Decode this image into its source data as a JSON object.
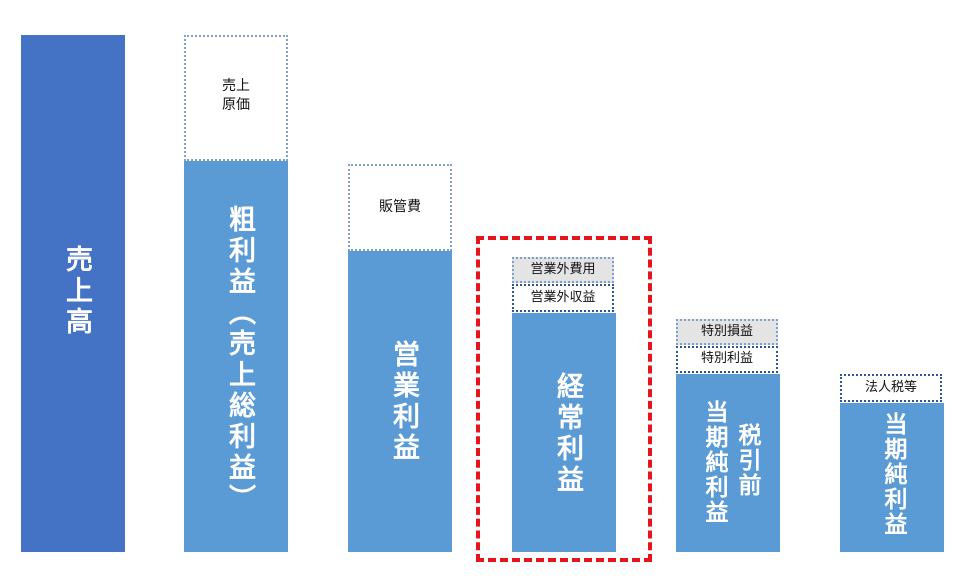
{
  "col1": {
    "bar": "売上高"
  },
  "col2": {
    "box_line1": "売上",
    "box_line2": "原価",
    "bar": "粗利益（売上総利益）"
  },
  "col3": {
    "box": "販管費",
    "bar": "営業利益"
  },
  "col4": {
    "box_expense": "営業外費用",
    "box_income": "営業外収益",
    "bar": "経常利益"
  },
  "col5": {
    "box_loss": "特別損益",
    "box_profit": "特別利益",
    "bar_col1": "税引前",
    "bar_col2": "当期純利益"
  },
  "col6": {
    "box": "法人税等",
    "bar": "当期純利益"
  },
  "colors": {
    "bar_dark": "#4472c4",
    "bar": "#5b9bd5",
    "highlight": "#e8141b"
  }
}
